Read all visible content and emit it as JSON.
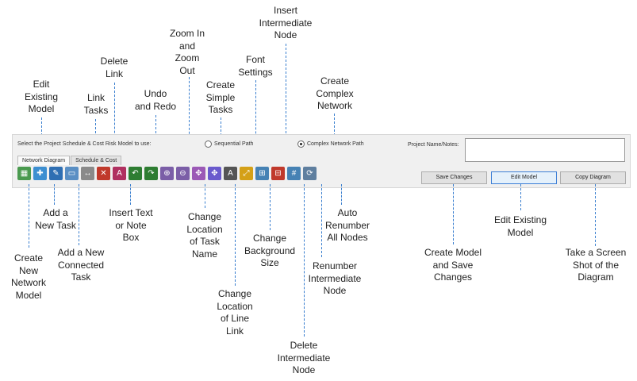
{
  "callouts_top": {
    "edit_existing_model": "Edit\nExisting\nModel",
    "link_tasks": "Link\nTasks",
    "delete_link": "Delete\nLink",
    "undo_redo": "Undo\nand Redo",
    "zoom": "Zoom In\nand\nZoom\nOut",
    "create_simple_tasks": "Create\nSimple\nTasks",
    "font_settings": "Font\nSettings",
    "insert_intermediate_node": "Insert\nIntermediate\nNode",
    "create_complex_network": "Create\nComplex\nNetwork"
  },
  "callouts_bottom": {
    "create_new_network_model": "Create\nNew\nNetwork\nModel",
    "add_new_task": "Add a\nNew Task",
    "add_new_connected_task": "Add a New\nConnected\nTask",
    "insert_text_note": "Insert Text\nor Note\nBox",
    "change_location_task_name": "Change\nLocation\nof Task\nName",
    "change_location_line_link": "Change\nLocation\nof Line\nLink",
    "change_background_size": "Change\nBackground\nSize",
    "delete_intermediate_node": "Delete\nIntermediate\nNode",
    "renumber_intermediate_node": "Renumber\nIntermediate\nNode",
    "auto_renumber_all_nodes": "Auto\nRenumber\nAll Nodes",
    "create_model_save_changes": "Create Model\nand Save\nChanges",
    "edit_existing_model": "Edit Existing\nModel",
    "take_screenshot": "Take a Screen\nShot of the\nDiagram"
  },
  "toolbar": {
    "prompt": "Select the Project Schedule & Cost Risk Model to use:",
    "radio_sequential": "Sequential Path",
    "radio_complex": "Complex Network Path",
    "selected_model": "Complex Network Path",
    "project_name_label": "Project Name/Notes:",
    "project_name_value": "",
    "tabs": [
      "Network Diagram",
      "Schedule & Cost"
    ],
    "active_tab": "Network Diagram",
    "buttons": {
      "save_changes": "Save Changes",
      "edit_model": "Edit Model",
      "copy_diagram": "Copy Diagram"
    }
  },
  "icons": [
    {
      "name": "new-network-model-icon",
      "glyph": "▦",
      "color": "#4a9a4f"
    },
    {
      "name": "add-task-icon",
      "glyph": "✚",
      "color": "#3d8fd1"
    },
    {
      "name": "edit-model-icon",
      "glyph": "✎",
      "color": "#2f6fb3"
    },
    {
      "name": "add-connected-task-icon",
      "glyph": "▭",
      "color": "#5a8fc4"
    },
    {
      "name": "link-tasks-icon",
      "glyph": "↔",
      "color": "#8a8a8a"
    },
    {
      "name": "delete-link-icon",
      "glyph": "✕",
      "color": "#c0392b"
    },
    {
      "name": "insert-text-icon",
      "glyph": "A",
      "color": "#b03060"
    },
    {
      "name": "undo-icon",
      "glyph": "↶",
      "color": "#2e7d32"
    },
    {
      "name": "redo-icon",
      "glyph": "↷",
      "color": "#2e7d32"
    },
    {
      "name": "zoom-in-icon",
      "glyph": "⊕",
      "color": "#7b5ea7"
    },
    {
      "name": "zoom-out-icon",
      "glyph": "⊖",
      "color": "#7b5ea7"
    },
    {
      "name": "move-task-name-icon",
      "glyph": "✥",
      "color": "#9b59b6"
    },
    {
      "name": "move-line-link-icon",
      "glyph": "✥",
      "color": "#6a5acd"
    },
    {
      "name": "font-settings-icon",
      "glyph": "A",
      "color": "#555555"
    },
    {
      "name": "background-size-icon",
      "glyph": "⤢",
      "color": "#d4a017"
    },
    {
      "name": "insert-node-icon",
      "glyph": "⊞",
      "color": "#4682b4"
    },
    {
      "name": "delete-node-icon",
      "glyph": "⊟",
      "color": "#c0392b"
    },
    {
      "name": "renumber-node-icon",
      "glyph": "#",
      "color": "#4682b4"
    },
    {
      "name": "auto-renumber-icon",
      "glyph": "⟳",
      "color": "#5f7f9f"
    }
  ]
}
